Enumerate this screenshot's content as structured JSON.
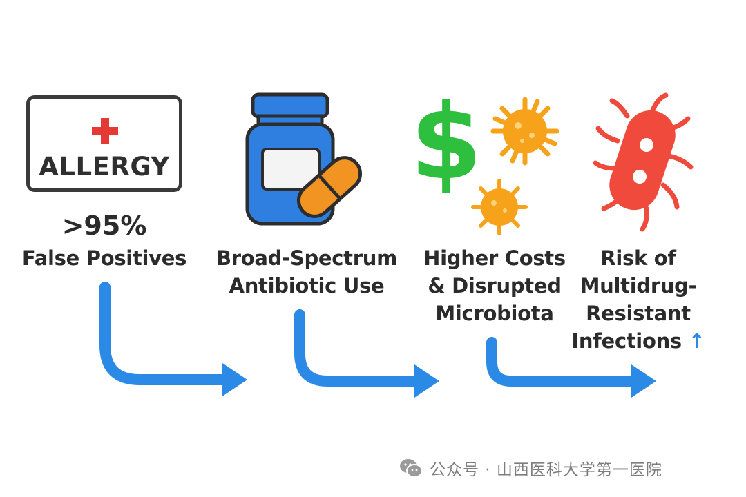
{
  "steps": [
    {
      "icon": "allergy-card-icon",
      "card_text": "ALLERGY",
      "stat": ">95%",
      "label": "False Positives"
    },
    {
      "icon": "medicine-bottle-pill-icon",
      "label_lines": [
        "Broad-Spectrum",
        "Antibiotic Use"
      ]
    },
    {
      "icon": "dollar-and-bacteria-icon",
      "label_lines": [
        "Higher Costs",
        "& Disrupted",
        "Microbiota"
      ]
    },
    {
      "icon": "bacterium-icon",
      "label_lines": [
        "Risk of",
        "Multidrug-",
        "Resistant",
        "Infections"
      ],
      "trend_symbol": "↑"
    }
  ],
  "watermark": {
    "icon": "wechat-icon",
    "text": "公众号 · 山西医科大学第一医院"
  },
  "colors": {
    "text": "#2b2b2b",
    "arrow": "#2b8ae6",
    "cross": "#e53935",
    "bottle": "#2f7fe0",
    "pill": "#f29422",
    "dollar": "#2fbf3f",
    "microbe": "#f6a21b",
    "bacterium": "#ef4a3c"
  }
}
